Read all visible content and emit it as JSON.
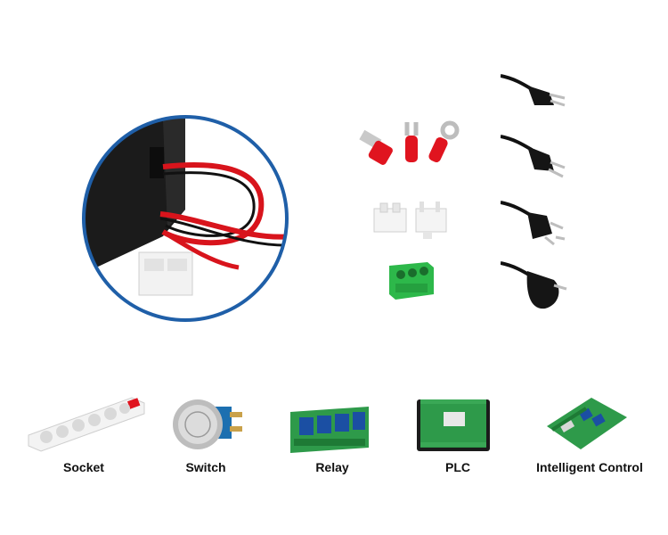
{
  "products": {
    "items": [
      {
        "label": "Socket",
        "icon": "power-strip-icon"
      },
      {
        "label": "Switch",
        "icon": "push-button-switch-icon"
      },
      {
        "label": "Relay",
        "icon": "relay-board-icon"
      },
      {
        "label": "PLC",
        "icon": "plc-controller-icon"
      },
      {
        "label": "Intelligent Control",
        "icon": "control-board-icon"
      }
    ]
  },
  "colors": {
    "circle_border": "#1f5fa8",
    "wire_red": "#d8141c",
    "wire_black": "#111111",
    "terminal_red": "#e0141f",
    "terminal_green": "#2db84a",
    "pcb_green": "#2e9a4a",
    "relay_blue": "#1b4fa3"
  }
}
